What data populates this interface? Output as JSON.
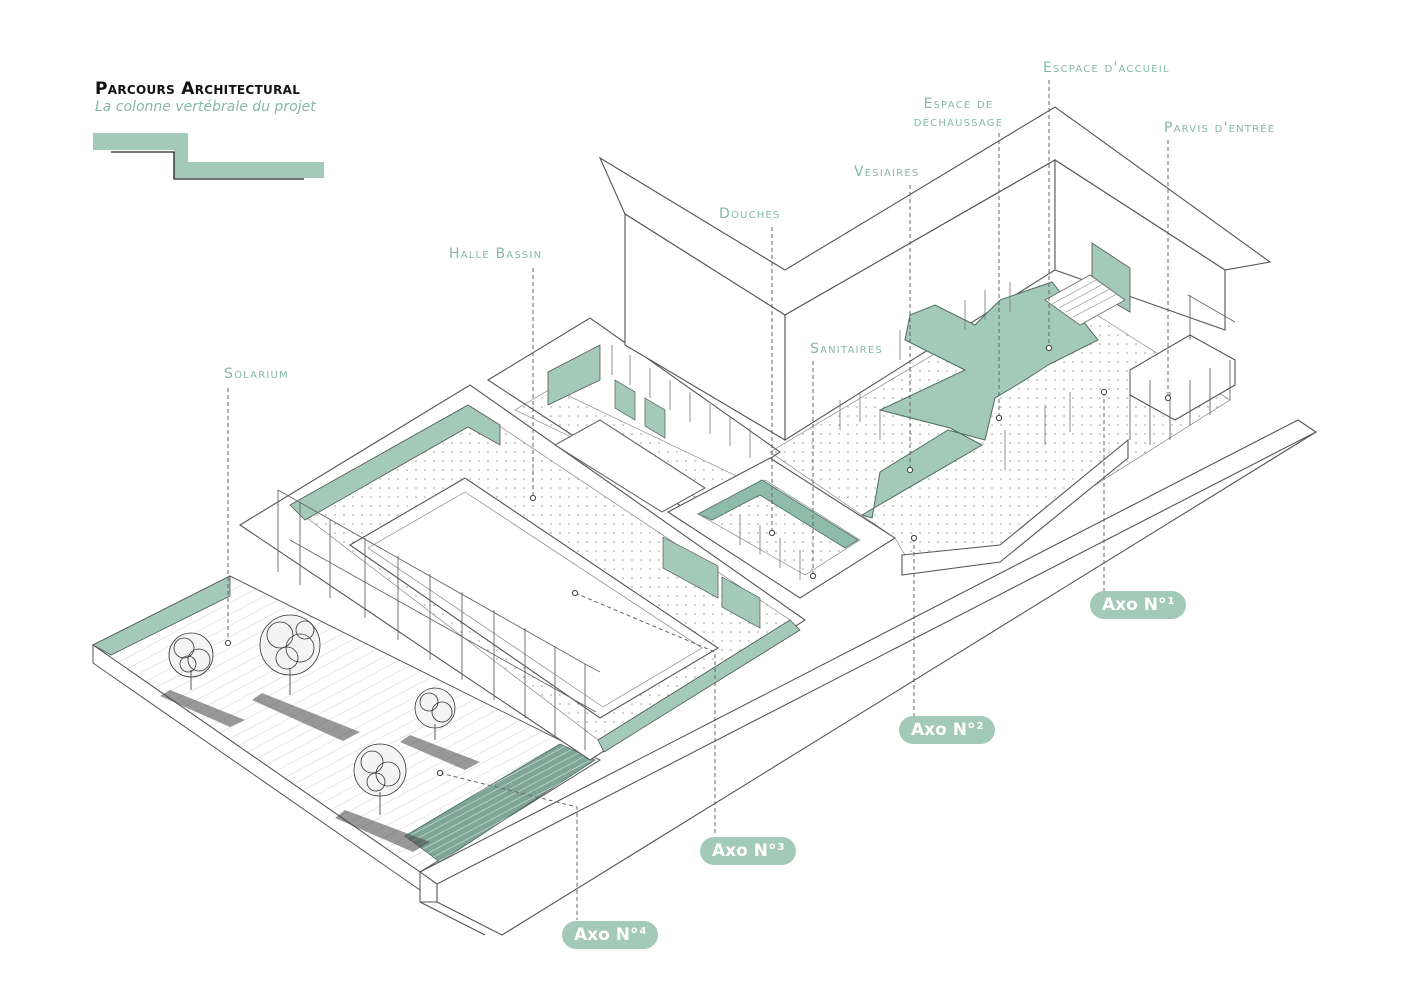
{
  "header": {
    "title": "Parcours Architectural",
    "subtitle": "La colonne vertébrale du projet"
  },
  "labels": {
    "solarium": "Solarium",
    "halle_bassin": "Halle Bassin",
    "douches": "Douches",
    "vesiaires": "Vesiaires",
    "sanitaires": "Sanitaires",
    "espace_dechaussage_1": "Espace de",
    "espace_dechaussage_2": "déchaussage",
    "espace_accueil": "Escpace d'accueil",
    "parvis": "Parvis d'entrée"
  },
  "axes": [
    {
      "label": "Axo N°",
      "num": "1"
    },
    {
      "label": "Axo N°",
      "num": "2"
    },
    {
      "label": "Axo N°",
      "num": "3"
    },
    {
      "label": "Axo N°",
      "num": "4"
    }
  ],
  "colors": {
    "accent": "#a3c9b9",
    "accent_dark": "#8fbbaa",
    "label": "#86b8a5",
    "line": "#555555"
  }
}
